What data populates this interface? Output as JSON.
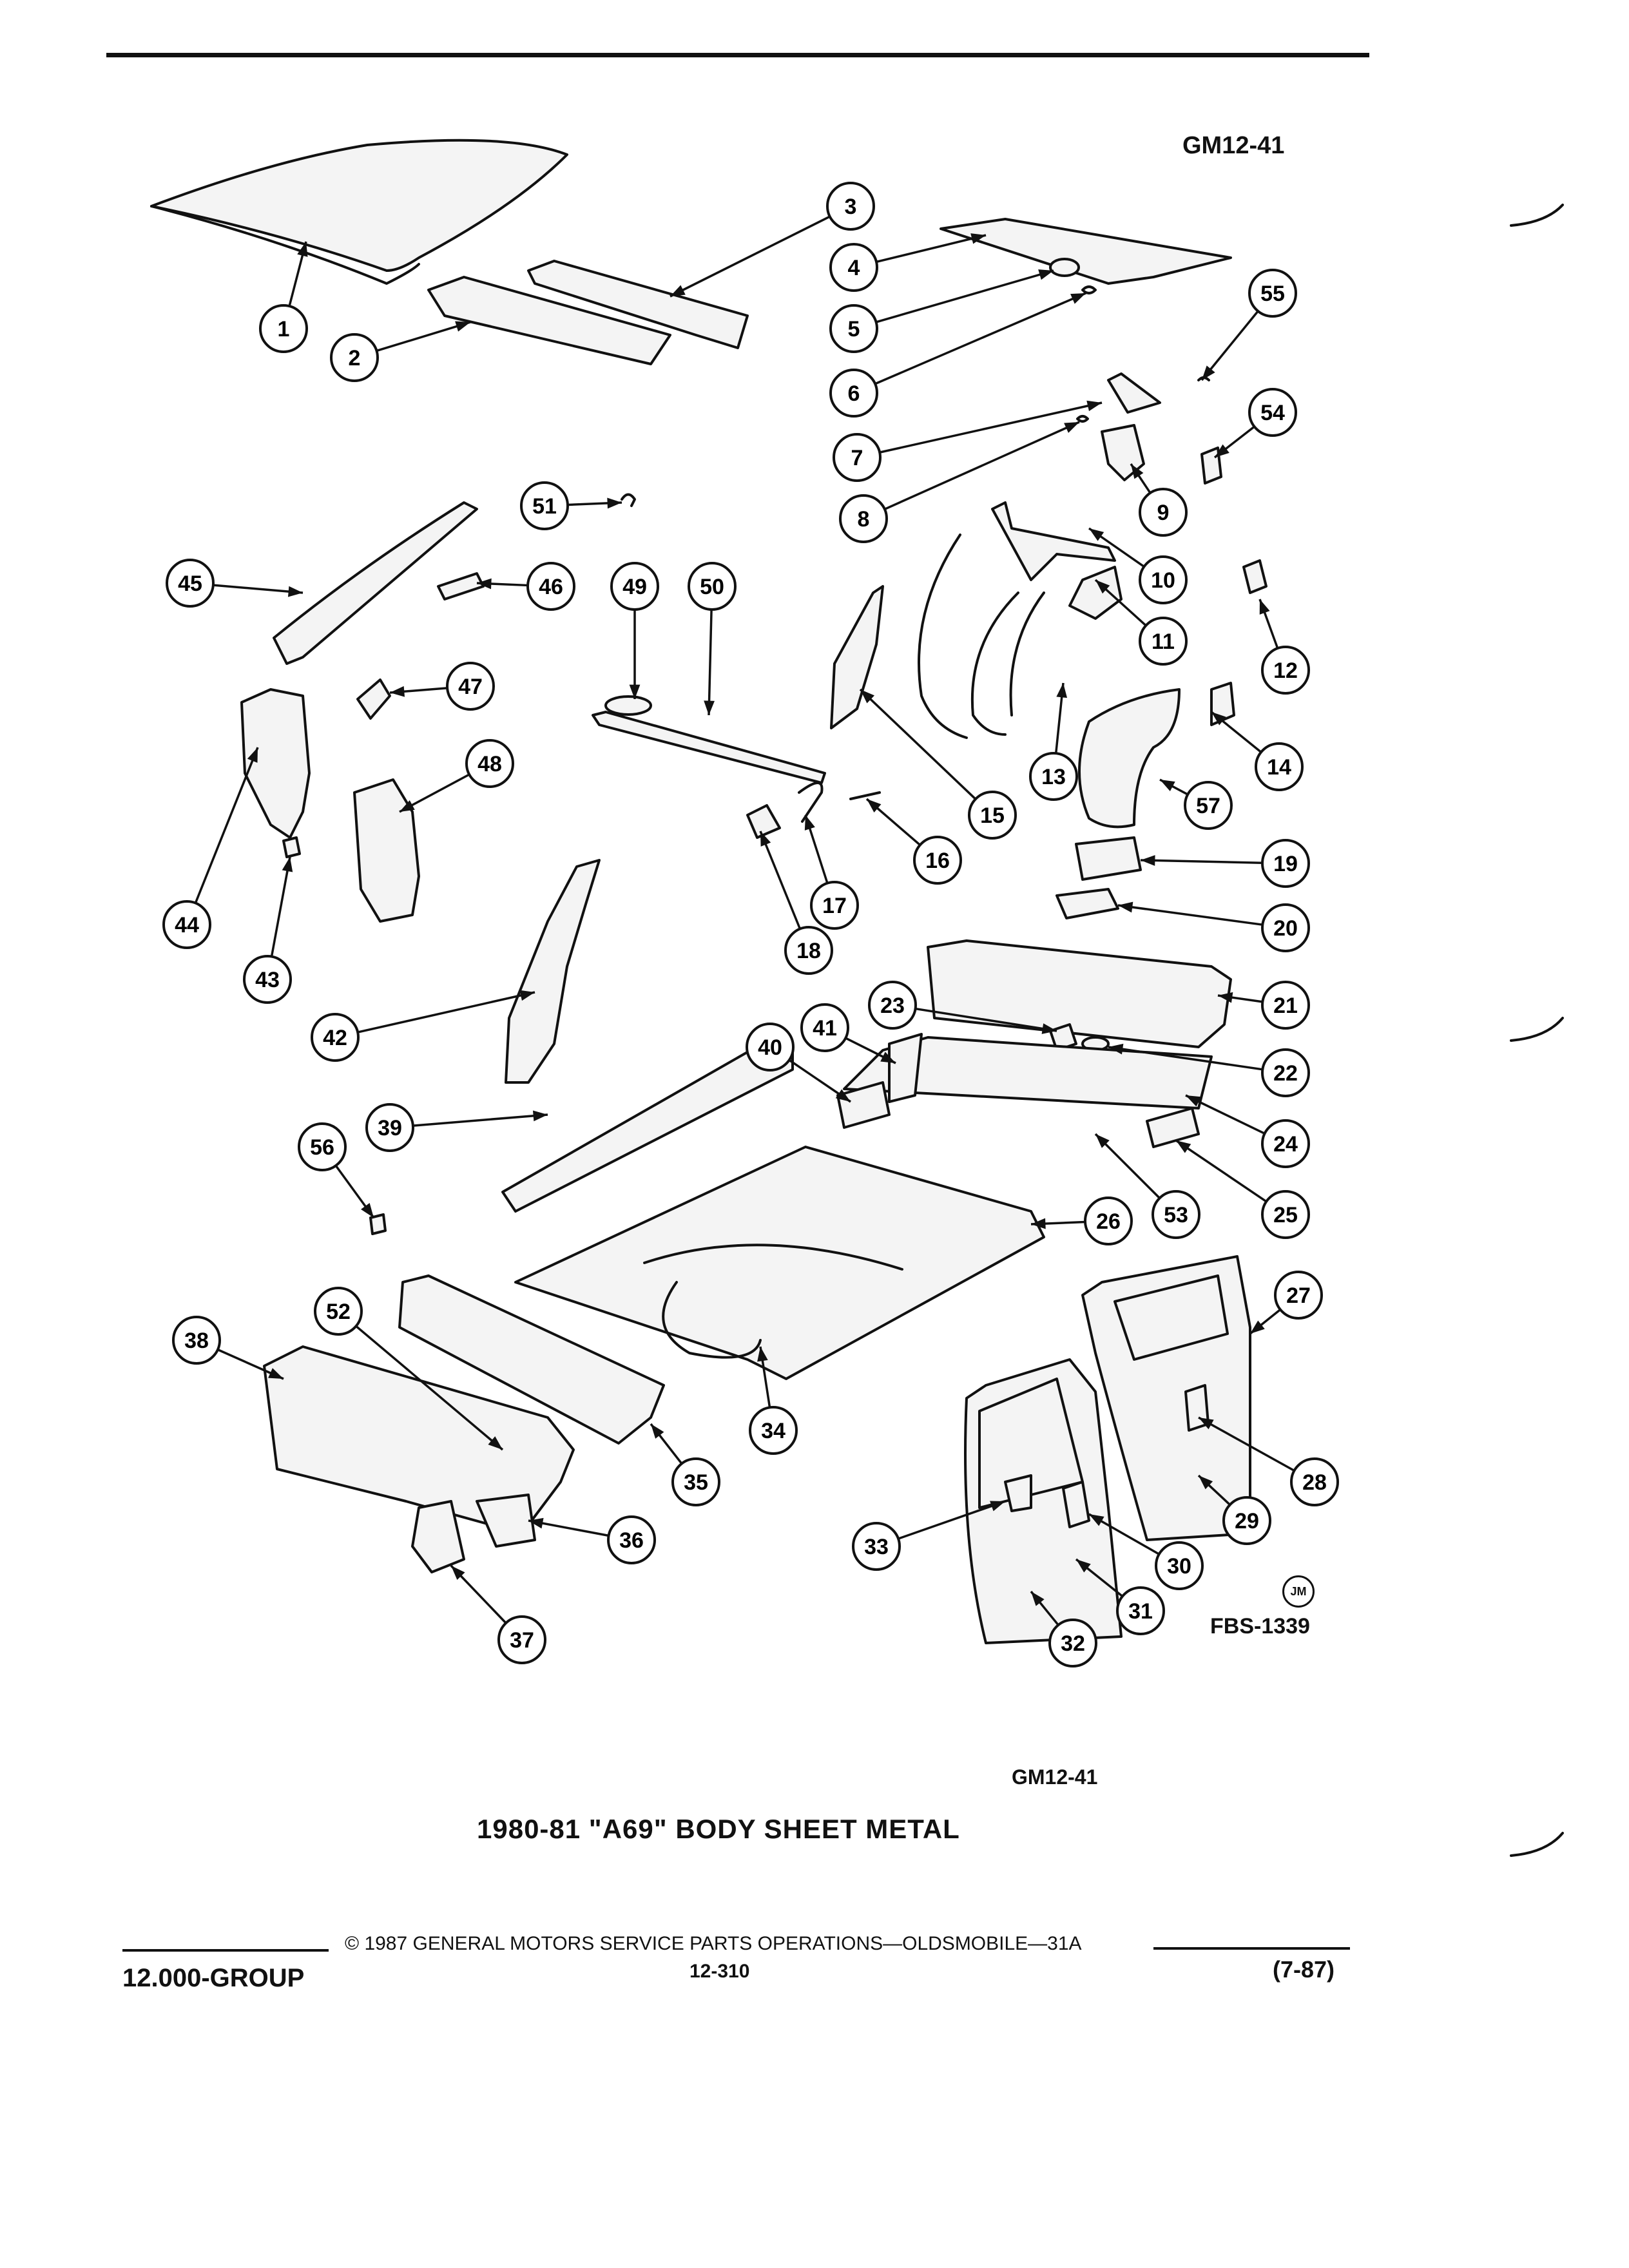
{
  "header": {
    "figure_code_top": "GM12-41"
  },
  "figure": {
    "artist_mark": "JM",
    "figure_code": "FBS-1339",
    "figure_code_bottom": "GM12-41",
    "title": "1980-81 \"A69\" BODY SHEET METAL"
  },
  "callouts": [
    {
      "n": "1"
    },
    {
      "n": "2"
    },
    {
      "n": "3"
    },
    {
      "n": "4"
    },
    {
      "n": "5"
    },
    {
      "n": "6"
    },
    {
      "n": "7"
    },
    {
      "n": "8"
    },
    {
      "n": "9"
    },
    {
      "n": "10"
    },
    {
      "n": "11"
    },
    {
      "n": "12"
    },
    {
      "n": "13"
    },
    {
      "n": "14"
    },
    {
      "n": "15"
    },
    {
      "n": "16"
    },
    {
      "n": "17"
    },
    {
      "n": "18"
    },
    {
      "n": "19"
    },
    {
      "n": "20"
    },
    {
      "n": "21"
    },
    {
      "n": "22"
    },
    {
      "n": "23"
    },
    {
      "n": "24"
    },
    {
      "n": "25"
    },
    {
      "n": "26"
    },
    {
      "n": "27"
    },
    {
      "n": "28"
    },
    {
      "n": "29"
    },
    {
      "n": "30"
    },
    {
      "n": "31"
    },
    {
      "n": "32"
    },
    {
      "n": "33"
    },
    {
      "n": "34"
    },
    {
      "n": "35"
    },
    {
      "n": "36"
    },
    {
      "n": "37"
    },
    {
      "n": "38"
    },
    {
      "n": "39"
    },
    {
      "n": "40"
    },
    {
      "n": "41"
    },
    {
      "n": "42"
    },
    {
      "n": "43"
    },
    {
      "n": "44"
    },
    {
      "n": "45"
    },
    {
      "n": "46"
    },
    {
      "n": "47"
    },
    {
      "n": "48"
    },
    {
      "n": "49"
    },
    {
      "n": "50"
    },
    {
      "n": "51"
    },
    {
      "n": "52"
    },
    {
      "n": "53"
    },
    {
      "n": "54"
    },
    {
      "n": "55"
    },
    {
      "n": "56"
    },
    {
      "n": "57"
    }
  ],
  "footer": {
    "copyright": "© 1987 GENERAL MOTORS SERVICE PARTS OPERATIONS—OLDSMOBILE—31A",
    "page_number": "12-310",
    "group": "12.000-GROUP",
    "revision": "(7-87)"
  }
}
